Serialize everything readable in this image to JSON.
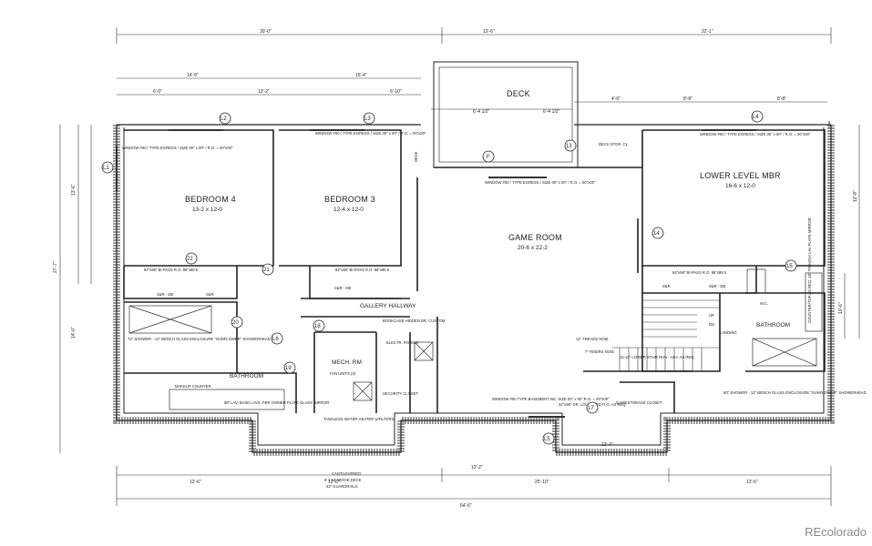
{
  "rooms": {
    "bedroom4": {
      "name": "BEDROOM 4",
      "size": "13-2 x 12-0"
    },
    "bedroom3": {
      "name": "BEDROOM 3",
      "size": "12-4 x 12-0"
    },
    "game_room": {
      "name": "GAME ROOM",
      "size": "20-6 x 22-2"
    },
    "lower_level_mbr": {
      "name": "LOWER LEVEL MBR",
      "size": "16-6 x 12-0"
    },
    "deck": {
      "name": "DECK"
    },
    "gallery_hallway": {
      "name": "GALLERY HALLWAY"
    },
    "mech_rm": {
      "name": "MECH. RM"
    },
    "bathroom_left": {
      "name": "BATHROOM"
    },
    "bathroom_right": {
      "name": "BATHROOM"
    },
    "landing": {
      "name": "LANDING"
    },
    "gamestorage_closet": {
      "name": "GAMESTORAGE CLOSET"
    },
    "security_closet": {
      "name": "SECURITY CLOSET"
    },
    "deck_stor_cl": {
      "name": "DECK STOR. CL"
    }
  },
  "window_tags": [
    "L1",
    "L2",
    "L3",
    "L4",
    "L5",
    "L6"
  ],
  "detail_tags": [
    "13",
    "14",
    "15",
    "17",
    "18",
    "19",
    "20",
    "21",
    "22",
    "F"
  ],
  "dimensions": {
    "top_overall_left": "30'-0\"",
    "top_overall_mid": "13'-6\"",
    "top_overall_right": "22'-1\"",
    "second_row_a": "14'-8\"",
    "second_row_b": "15'-4\"",
    "third_row_a": "6'-0\"",
    "third_row_b": "13'-2\"",
    "third_row_c": "6'-10\"",
    "deck_left": "6'-4 1/2\"",
    "deck_right": "6'-4 1/2\"",
    "right_a": "4'-0\"",
    "right_b": "8'-8\"",
    "right_c": "8'-8\"",
    "bottom_a": "12'-6\"",
    "bottom_b": "12'-6\"",
    "bottom_c": "25'-10\"",
    "bottom_d": "13'-6\"",
    "bottom_e": "12'-2\"",
    "bottom_f": "13'-4\"",
    "bottom_overall": "64'-6\"",
    "left_overall": "27'-7\"",
    "left_a": "13'-6\"",
    "left_b": "14'-0\"",
    "right_overall": "12'-8\"",
    "right_lower": "10'-6\""
  },
  "notes": {
    "window_egress": "WINDOW #00 / TYPE EGRESS / SIZE 00\" x 00\" / R.O. = 00\"x00\"",
    "bipass_left": "84\"x96\" BI-PASS R.O. 86\"x98.5",
    "bipass_mid": "84\"x96\" BI-PASS R.O. 86\"x98.5",
    "bipass_right": "84\"x96\" BI-PASS R.O. 86\"x98.5",
    "sr_db": "S&R - DB",
    "sr": "S&R",
    "shower_left": "72\" SHOWER - 12\" BENCH GLASS ENCLOSURE \"SUNFLOWER\" SHOWERHEAD",
    "shower_right": "60\" SHOWER - 12\" BENCH GLASS ENCLOSURE \"SUNFLOWER\" SHOWERHEAD",
    "stairs_treads": "12\" TREADS NOM.",
    "stairs_risers": "7\" RISERS NOM.",
    "stair_run": "12-12\" LOWER STAIR RUN - ADJ. AS REQ.",
    "bookcase": "BOOKCASE HIDDEN DR. CUSTOM",
    "tankless": "TANKLESS WATER HEATER w/FILTERS",
    "fan_units": "FAN UNITS (3)",
    "makeup_counter": "MAKEUP COUNTER",
    "lav_base": "88\" LAV. BASE LAVS. PER OWNER PLATE GLASS MIRROR",
    "window_basement": "WINDOW #00 TYPE BASEMENT WL. SIZE 00\" x 00\" R.O. = 00\"x00\"",
    "louvered": "32\"x96\" DR. LOUVERED R.O. AS REQ.",
    "up": "UP",
    "dn": "DN",
    "wc": "W.C.",
    "desk": "DESK",
    "electr_panels": "ELECTR. PANELS",
    "counter_lav": "COUNTER/TOP AS REQ. 48\" TROUGH LAV PLATE MIRROR"
  },
  "deck_caption": {
    "line1": "CANTILEVERED",
    "line2": "6' x 12' WOOD DECK",
    "line3": "42\" GUARDRAILS"
  },
  "watermark": "REcolorado"
}
